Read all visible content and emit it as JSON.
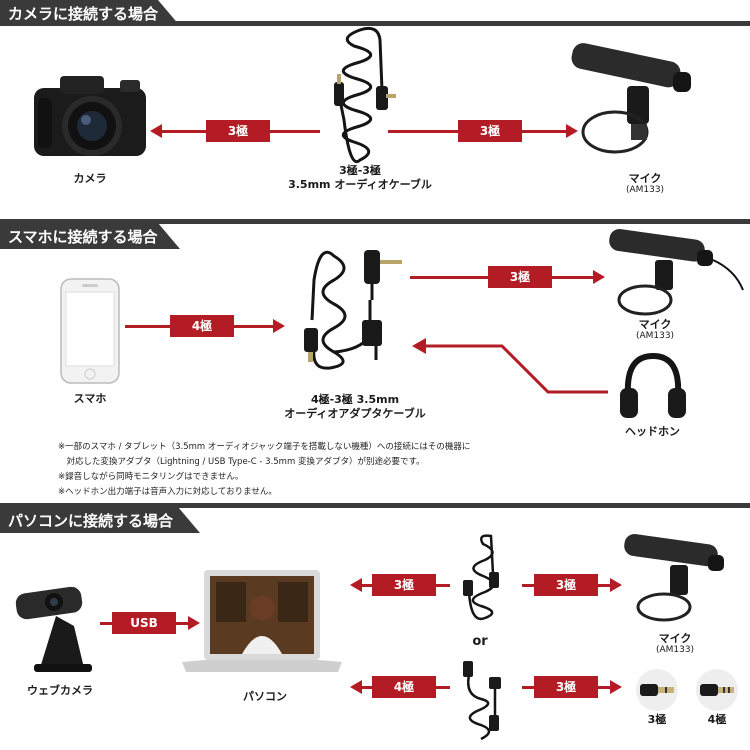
{
  "sections": {
    "camera": {
      "title": "カメラに接続する場合"
    },
    "smartphone": {
      "title": "スマホに接続する場合"
    },
    "pc": {
      "title": "パソコンに接続する場合"
    }
  },
  "camera_section": {
    "camera_label": "カメラ",
    "cable_label_line1": "3極-3極",
    "cable_label_line2": "3.5mm オーディオケーブル",
    "mic_label": "マイク",
    "mic_model": "(AM133)",
    "arrow_left": "3極",
    "arrow_right": "3極"
  },
  "smartphone_section": {
    "phone_label": "スマホ",
    "adapter_label_line1": "4極-3極 3.5mm",
    "adapter_label_line2": "オーディオアダプタケーブル",
    "mic_label": "マイク",
    "mic_model": "(AM133)",
    "headphone_label": "ヘッドホン",
    "arrow_phone": "4極",
    "arrow_mic": "3極",
    "notes": [
      "※一部のスマホ / タブレット（3.5mm オーディオジャック端子を搭載しない機種）への接続にはその機器に",
      "　対応した変換アダプタ（Lightning / USB Type-C - 3.5mm 変換アダプタ）が別途必要です。",
      "※録音しながら同時モニタリングはできません。",
      "※ヘッドホン出力端子は音声入力に対応しておりません。"
    ]
  },
  "pc_section": {
    "webcam_label": "ウェブカメラ",
    "pc_label": "パソコン",
    "mic_label": "マイク",
    "mic_model": "(AM133)",
    "arrow_usb": "USB",
    "arrow_top_left": "3極",
    "arrow_top_right": "3極",
    "arrow_bottom_left": "4極",
    "arrow_bottom_right": "3極",
    "or_label": "or",
    "plug_3pole": "3極",
    "plug_4pole": "4極"
  },
  "colors": {
    "accent": "#b31c24",
    "band": "#3a3a3a"
  }
}
